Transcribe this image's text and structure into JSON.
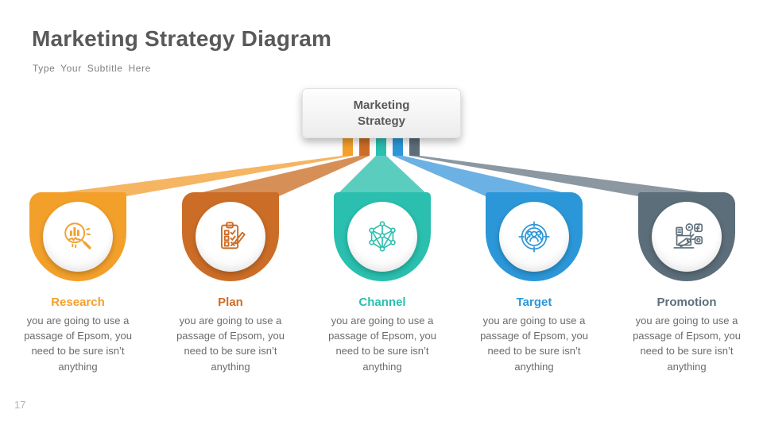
{
  "slide": {
    "title": "Marketing Strategy Diagram",
    "subtitle": "Type Your Subtitle Here",
    "page_number": "17"
  },
  "center_box": {
    "line1": "Marketing",
    "line2": "Strategy"
  },
  "items": [
    {
      "label": "Research",
      "description": "you are going to use a passage of Epsom, you need to be sure isn’t anything",
      "color": "#F3A02B",
      "ribbon_color": "#F5B563",
      "icon": "magnifier-analytics-icon"
    },
    {
      "label": "Plan",
      "description": "you are going to use a passage of Epsom, you need to be sure isn’t anything",
      "color": "#CC6D27",
      "ribbon_color": "#D69057",
      "icon": "clipboard-checklist-icon"
    },
    {
      "label": "Channel",
      "description": "you are going to use a passage of Epsom, you need to be sure isn’t anything",
      "color": "#2ABFAE",
      "ribbon_color": "#5BCDBF",
      "icon": "network-channel-icon"
    },
    {
      "label": "Target",
      "description": "you are going to use a passage of Epsom, you need to be sure isn’t anything",
      "color": "#2C97D8",
      "ribbon_color": "#6CB1E4",
      "icon": "target-audience-icon"
    },
    {
      "label": "Promotion",
      "description": "you are going to use a passage of Epsom, you need to be sure isn’t anything",
      "color": "#5C6E7A",
      "ribbon_color": "#8B97A1",
      "icon": "megaphone-promotion-icon"
    }
  ]
}
